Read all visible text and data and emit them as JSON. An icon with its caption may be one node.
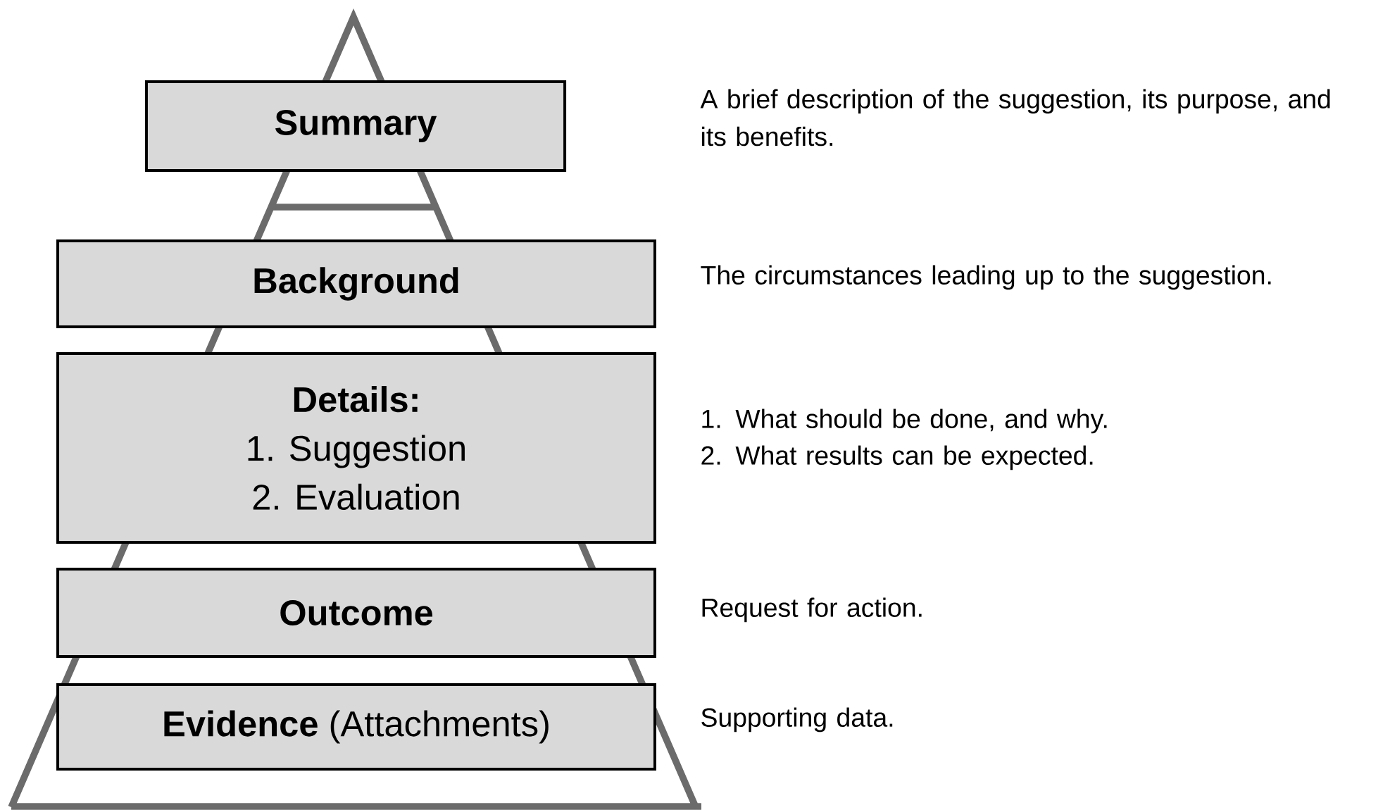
{
  "diagram": {
    "nodes": [
      {
        "text": [
          "Summary"
        ]
      },
      {
        "text": [
          "Background"
        ]
      },
      {
        "text": [
          "Details:",
          "1. Suggestion",
          "2. Evaluation"
        ]
      },
      {
        "text": [
          "Outcome"
        ]
      },
      {
        "text": [
          "**Evidence** (Attachments)"
        ]
      }
    ],
    "labels": [
      "A brief description of the suggestion, its purpose, and its benefits.",
      "The circumstances leading up to the suggestion.",
      "1. What should be done, and why.",
      "2. What results can be expected.",
      "Request for action.",
      "Supporting data."
    ]
  }
}
